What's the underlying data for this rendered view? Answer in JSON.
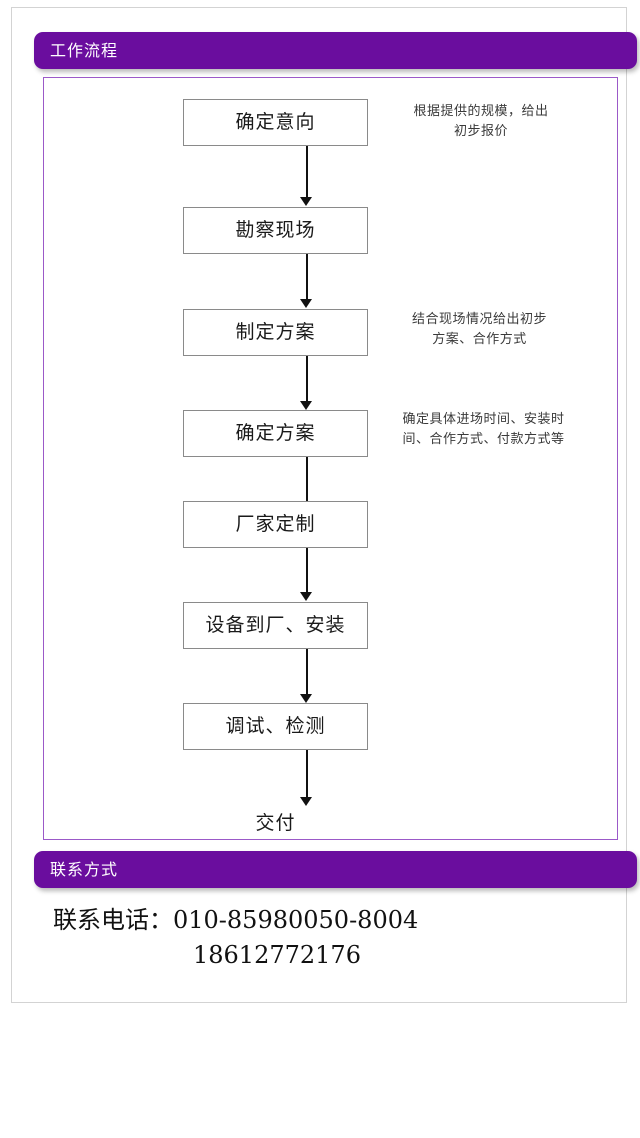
{
  "sections": {
    "workflow": {
      "header_title": "工作流程",
      "accent_color": "#6A0D9E"
    },
    "contact": {
      "header_title": "联系方式",
      "accent_color": "#6A0D9E",
      "lines": [
        "联系电话：010-85980050-8004",
        "18612772176"
      ]
    }
  },
  "flowchart": {
    "nodes": [
      {
        "label": "确定意向",
        "boxed": true
      },
      {
        "label": "勘察现场",
        "boxed": true
      },
      {
        "label": "制定方案",
        "boxed": true
      },
      {
        "label": "确定方案",
        "boxed": true
      },
      {
        "label": "厂家定制",
        "boxed": true
      },
      {
        "label": "设备到厂、安装",
        "boxed": true
      },
      {
        "label": "调试、检测",
        "boxed": true
      },
      {
        "label": "交付",
        "boxed": false
      }
    ],
    "annotations": [
      {
        "for_node": "确定意向",
        "text": "根据提供的规模，给出\n初步报价"
      },
      {
        "for_node": "制定方案",
        "text": "结合现场情况给出初步\n方案、合作方式"
      },
      {
        "for_node": "确定方案",
        "text": "确定具体进场时间、安装时\n间、合作方式、付款方式等"
      }
    ]
  }
}
